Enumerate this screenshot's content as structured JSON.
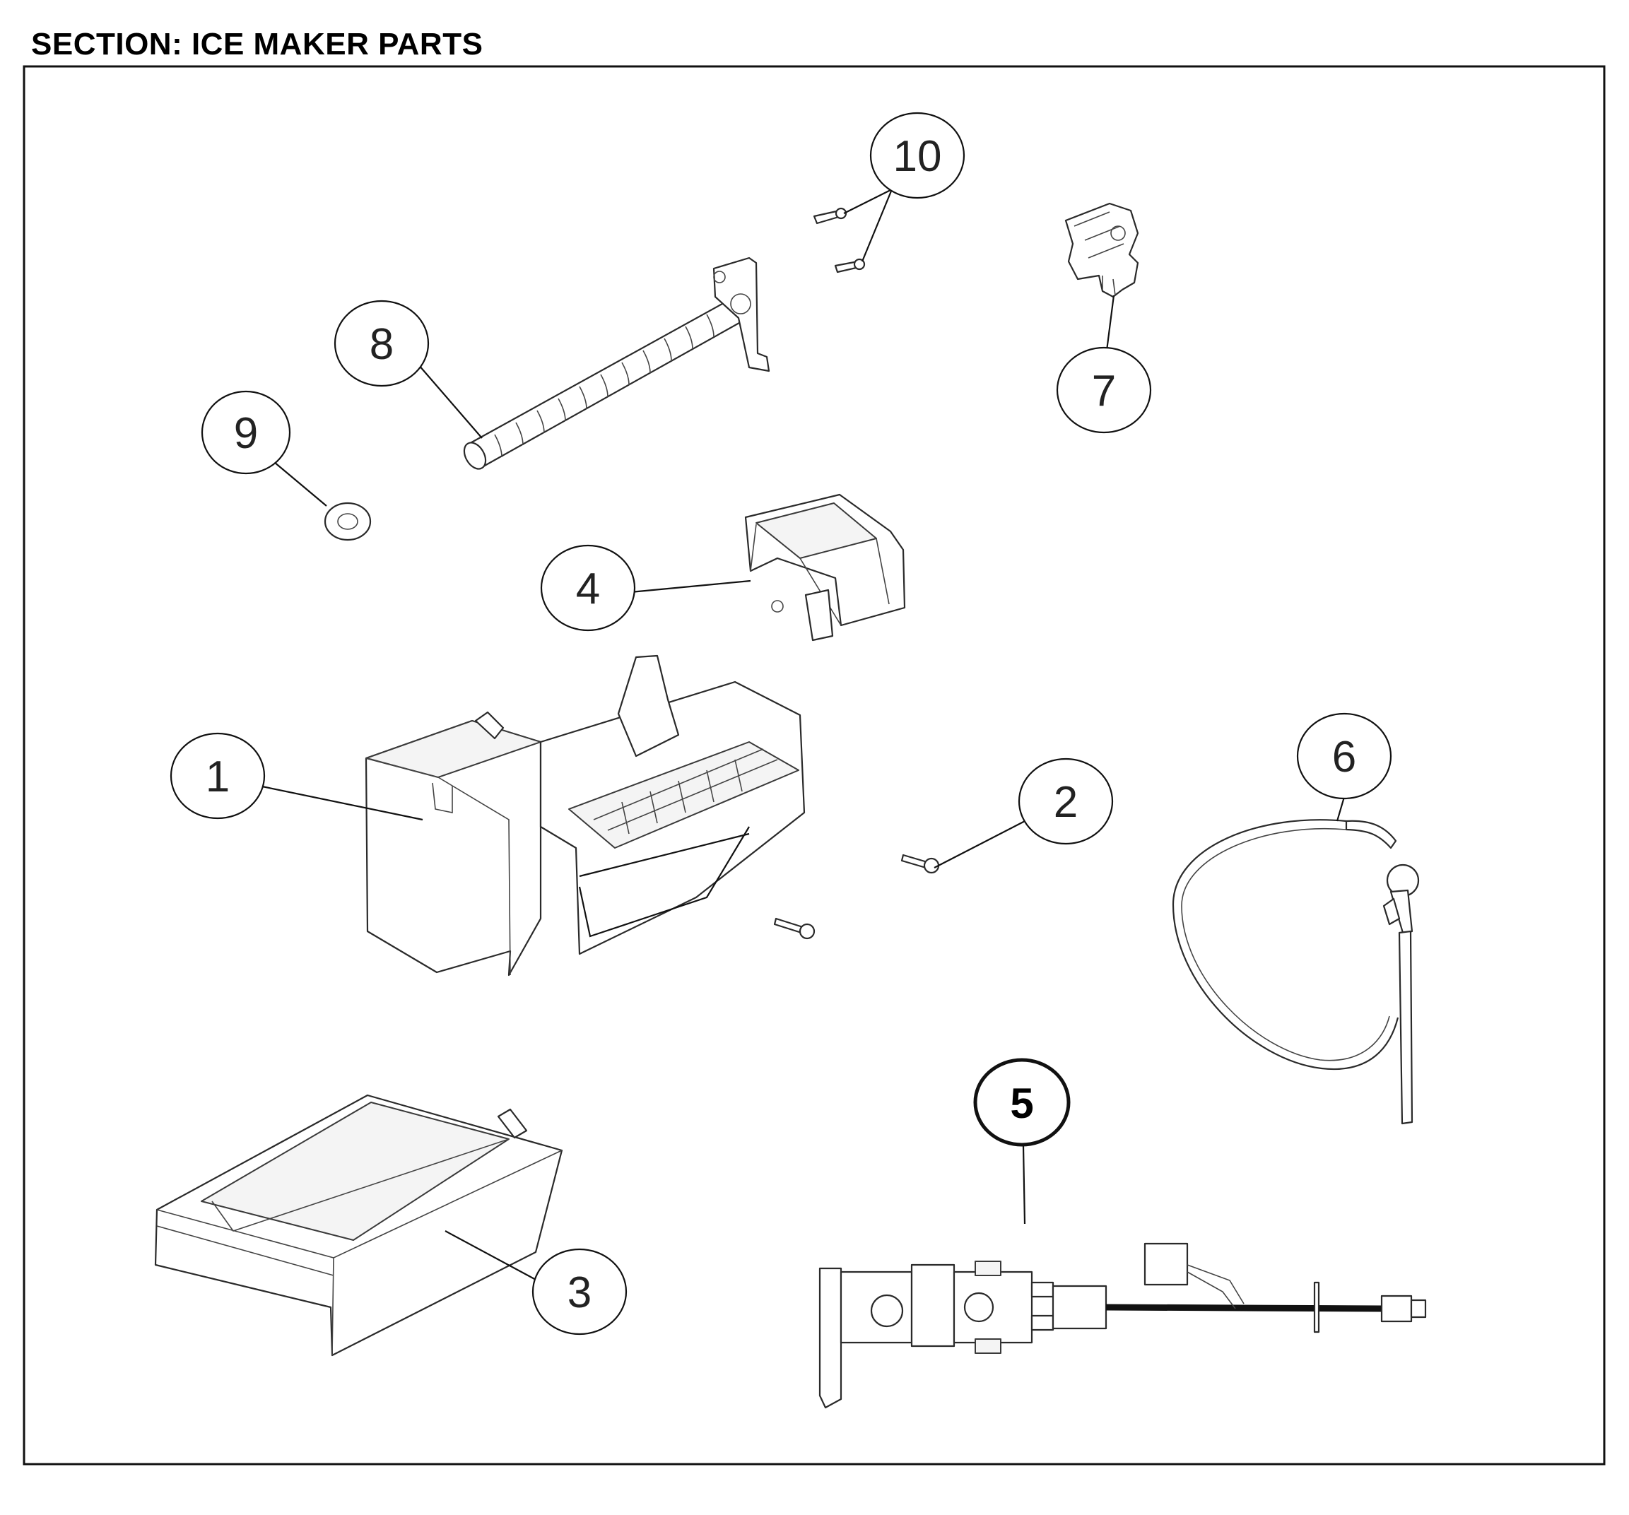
{
  "section_title": "SECTION: ICE MAKER PARTS",
  "callouts": [
    {
      "id": "callout-1",
      "label": "1"
    },
    {
      "id": "callout-2",
      "label": "2"
    },
    {
      "id": "callout-3",
      "label": "3"
    },
    {
      "id": "callout-4",
      "label": "4"
    },
    {
      "id": "callout-5",
      "label": "5"
    },
    {
      "id": "callout-6",
      "label": "6"
    },
    {
      "id": "callout-7",
      "label": "7"
    },
    {
      "id": "callout-8",
      "label": "8"
    },
    {
      "id": "callout-9",
      "label": "9"
    },
    {
      "id": "callout-10",
      "label": "10"
    }
  ],
  "colors": {
    "line": "#111111",
    "background": "#ffffff"
  }
}
